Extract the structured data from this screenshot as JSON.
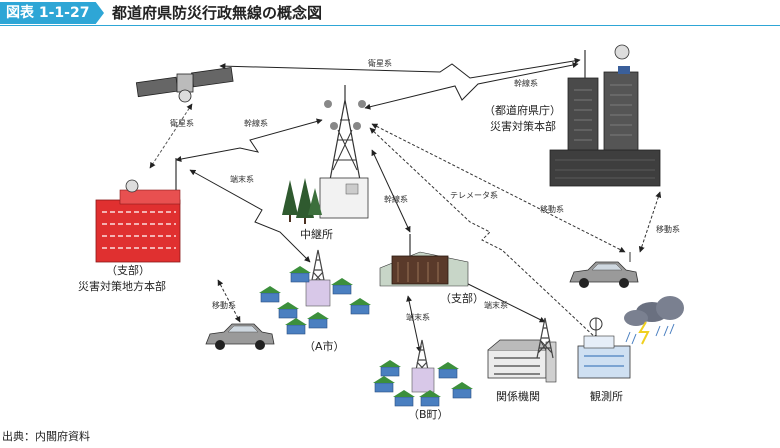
{
  "header": {
    "figure_number": "図表 1-1-27",
    "title": "都道府県防災行政無線の概念図"
  },
  "nodes": {
    "relay": "中継所",
    "prefecture_line1": "（都道府県庁）",
    "prefecture_line2": "災害対策本部",
    "branch_hq_line1": "（支部）",
    "branch_hq_line2": "災害対策地方本部",
    "branch": "（支部）",
    "city_a": "（A市）",
    "town_b": "（B町）",
    "agencies": "関係機関",
    "observatory": "観測所"
  },
  "links": {
    "satellite_top": "衛星系",
    "satellite_left": "衛星系",
    "trunk_pref": "幹線系",
    "trunk_left": "幹線系",
    "trunk_branch": "幹線系",
    "terminal_left": "端末系",
    "terminal_b": "端末系",
    "terminal_agencies": "端末系",
    "telemeter": "テレメータ系",
    "mobile_mid": "移動系",
    "mobile_right": "移動系",
    "mobile_left": "移動系"
  },
  "colors": {
    "accent": "#2ea6d6",
    "building_red": "#e03030",
    "house_blue": "#4a7fc0",
    "roof_green": "#3c8f3c",
    "tower_gray": "#555555"
  },
  "footer": {
    "source": "出典：内閣府資料"
  }
}
